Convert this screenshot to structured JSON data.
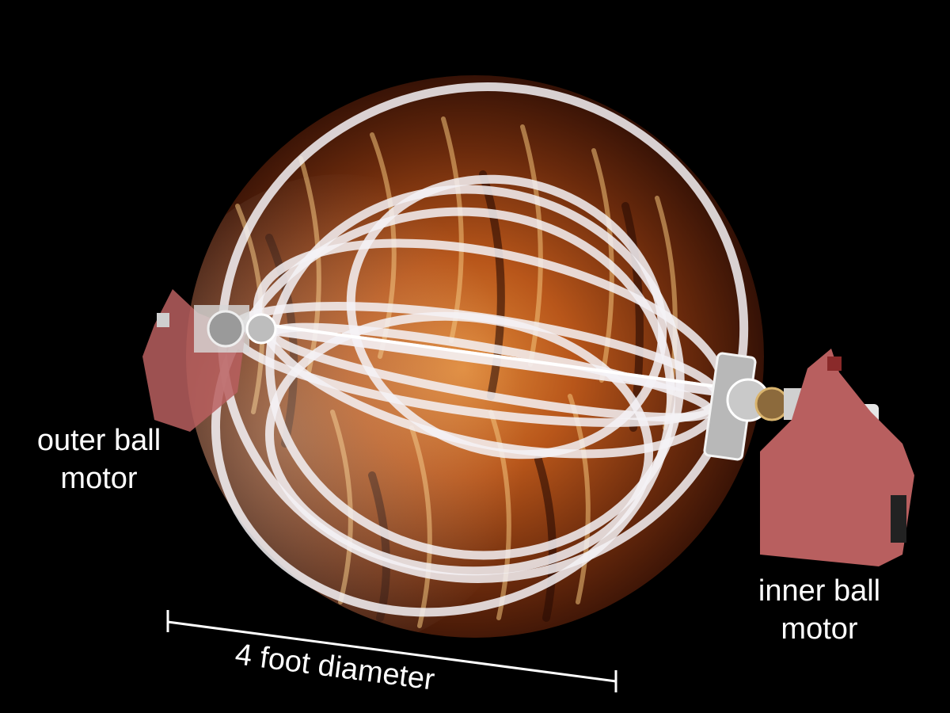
{
  "labels": {
    "outer_motor_line1": "outer ball",
    "outer_motor_line2": "motor",
    "inner_motor_line1": "inner ball",
    "inner_motor_line2": "motor",
    "diameter": "4 foot diameter"
  },
  "colors": {
    "background": "#000000",
    "fire_dark": "#2a0c04",
    "fire_mid": "#b8561a",
    "fire_bright": "#f2c27a",
    "frame_white": "#f4f2f6",
    "motor_bracket": "#b85f5f",
    "text": "#ffffff"
  },
  "components": {
    "sphere": "fire-sphere",
    "cage": "tube-cage",
    "outer_motor": "outer-ball-motor-bracket",
    "inner_motor": "inner-ball-motor-bracket",
    "dimension_line": "diameter-dimension-line"
  }
}
